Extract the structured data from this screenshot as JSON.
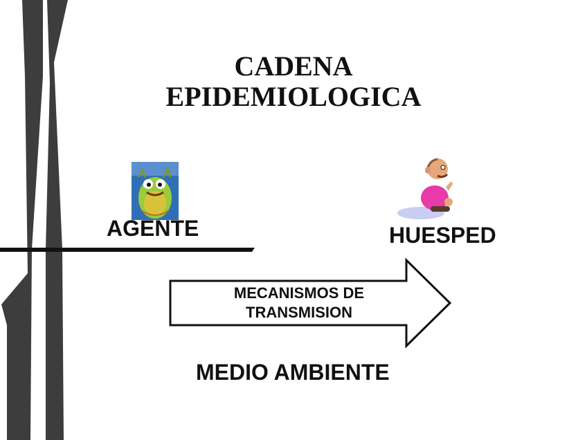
{
  "title": {
    "line1": "CADENA",
    "line2": "EPIDEMIOLOGICA"
  },
  "agent": {
    "label": "AGENTE",
    "icon": "germ-creature-icon"
  },
  "host": {
    "label": "HUESPED",
    "icon": "bald-man-pointing-icon"
  },
  "mechanism": {
    "line1": "MECANISMOS DE",
    "line2": "TRANSMISION"
  },
  "environment": {
    "label": "MEDIO AMBIENTE"
  },
  "colors": {
    "stripe": "#3d3d3d",
    "text": "#111111",
    "agent_bg": "#2f6fb6",
    "host_shirt": "#e83aa8"
  }
}
